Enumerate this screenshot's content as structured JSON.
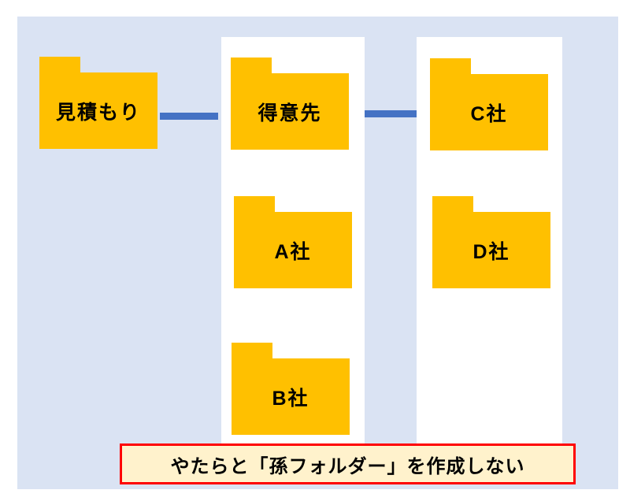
{
  "colors": {
    "board_background": "#DAE3F3",
    "column_background": "#FFFFFF",
    "folder_fill": "#FFC000",
    "connector": "#4472C4",
    "caption_background": "#FFF2CC",
    "caption_border": "#FF0000",
    "label_text": "#000000"
  },
  "folders": [
    {
      "label": "見積もり"
    },
    {
      "label": "得意先"
    },
    {
      "label": "A社"
    },
    {
      "label": "B社"
    },
    {
      "label": "C社"
    },
    {
      "label": "D社"
    }
  ],
  "connections": [
    {
      "from": "見積もり",
      "to": "得意先"
    },
    {
      "from": "得意先",
      "to": "C社"
    }
  ],
  "caption": {
    "text": "やたらと「孫フォルダー」を作成しない"
  }
}
